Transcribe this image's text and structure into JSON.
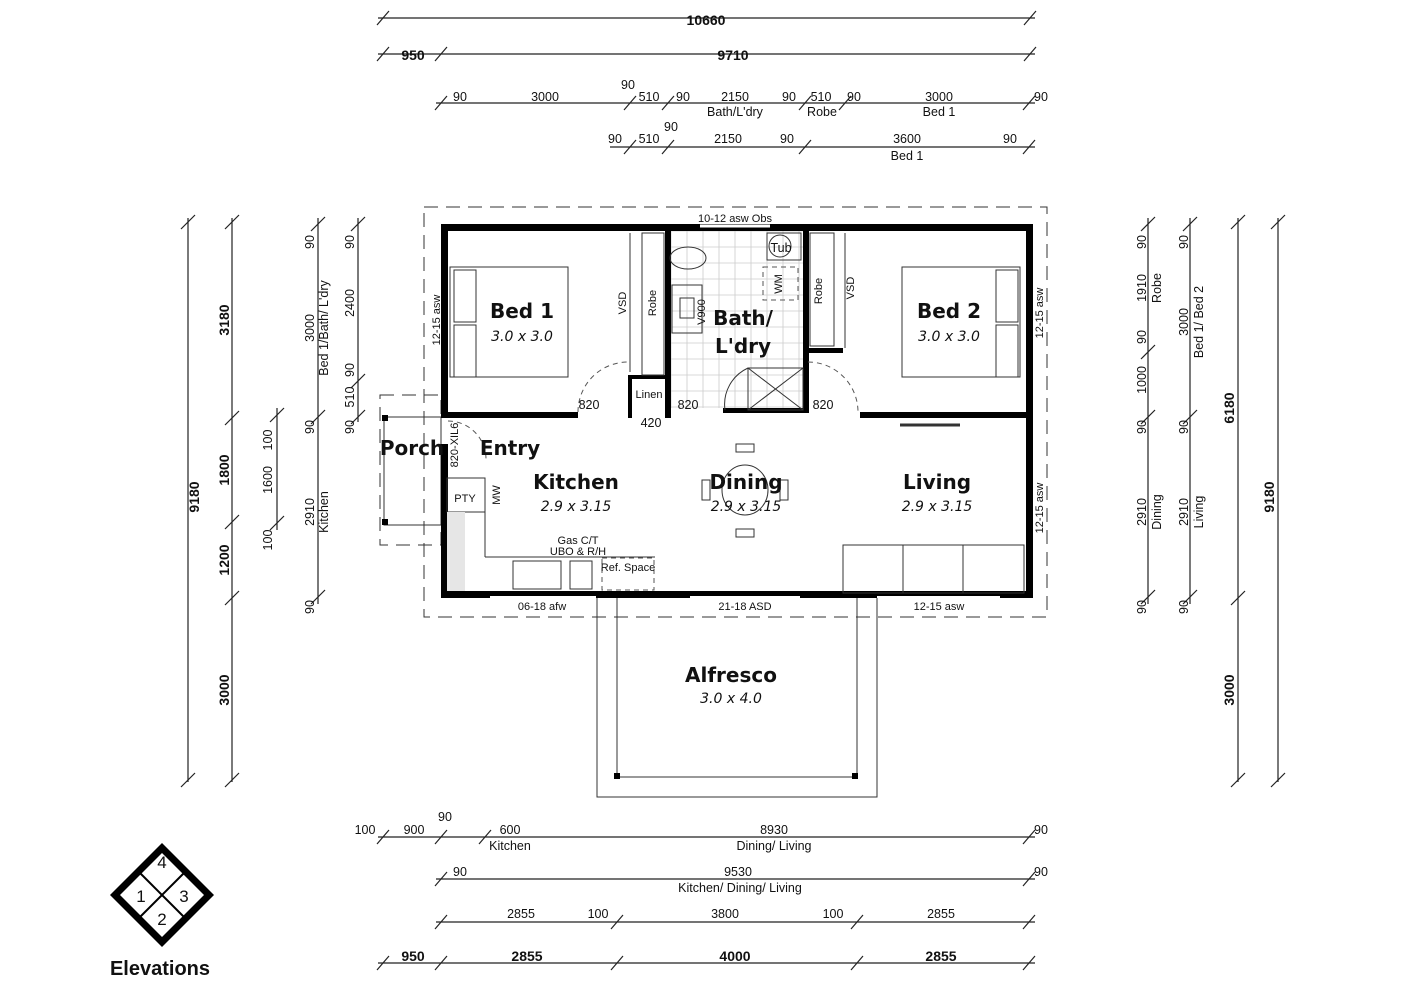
{
  "dims": {
    "top": [
      "10660",
      "950",
      "9710"
    ],
    "row3": [
      "90",
      "3000",
      "90",
      "510",
      "90",
      "2150",
      "Bath/L'dry",
      "90",
      "510",
      "Robe",
      "90",
      "3000",
      "Bed 1",
      "90"
    ],
    "row4": [
      "90",
      "510",
      "90",
      "2150",
      "90",
      "3600",
      "Bed 1",
      "90"
    ],
    "left1": [
      "9180"
    ],
    "left2": [
      "3180",
      "1800",
      "1200",
      "3000"
    ],
    "left3": [
      "100",
      "1600",
      "100"
    ],
    "left4": [
      "90",
      "3000",
      "Bed 1/Bath/ L'dry",
      "90",
      "2910",
      "Kitchen",
      "90"
    ],
    "left5": [
      "90",
      "2400",
      "90",
      "510",
      "90"
    ],
    "right1": [
      "90",
      "1910",
      "Robe",
      "90",
      "1000",
      "90",
      "2910",
      "Dining",
      "90"
    ],
    "right2": [
      "90",
      "3000",
      "Bed 1/ Bed 2",
      "90",
      "2910",
      "Living",
      "90"
    ],
    "right3": [
      "6180",
      "3000"
    ],
    "right4": [
      "9180"
    ],
    "bottom1": [
      "100",
      "900",
      "90",
      "600",
      "Kitchen",
      "8930",
      "Dining/ Living",
      "90"
    ],
    "bottom2": [
      "90",
      "9530",
      "Kitchen/ Dining/ Living",
      "90"
    ],
    "bottom3": [
      "2855",
      "100",
      "3800",
      "100",
      "2855"
    ],
    "bottom4": [
      "950",
      "2855",
      "4000",
      "2855"
    ]
  },
  "rooms": {
    "names": [
      "Bed 1",
      "Bed 2",
      "Bath/",
      "L'dry",
      "Porch",
      "Entry",
      "Kitchen",
      "Dining",
      "Living",
      "Alfresco"
    ],
    "sizes": [
      "3.0 x 3.0",
      "3.0 x 3.0",
      "2.9 x 3.15",
      "2.9 x 3.15",
      "2.9 x 3.15",
      "3.0 x 4.0"
    ]
  },
  "labels": {
    "plain": [
      "10-12 asw Obs",
      "Tub",
      "Linen",
      "820",
      "420",
      "820",
      "820",
      "PTY",
      "Gas C/T",
      "UBO & R/H",
      "Ref. Space",
      "06-18 afw",
      "21-18 ASD",
      "12-15 asw"
    ],
    "rotated": [
      "WM",
      "V900",
      "VSD",
      "Robe",
      "Robe",
      "VSD",
      "12-15 asw",
      "12-15 asw",
      "12-15 asw",
      "820-XIL6",
      "MW"
    ]
  },
  "compass": {
    "numbers": [
      "4",
      "1",
      "3",
      "2"
    ],
    "title": "Elevations"
  }
}
